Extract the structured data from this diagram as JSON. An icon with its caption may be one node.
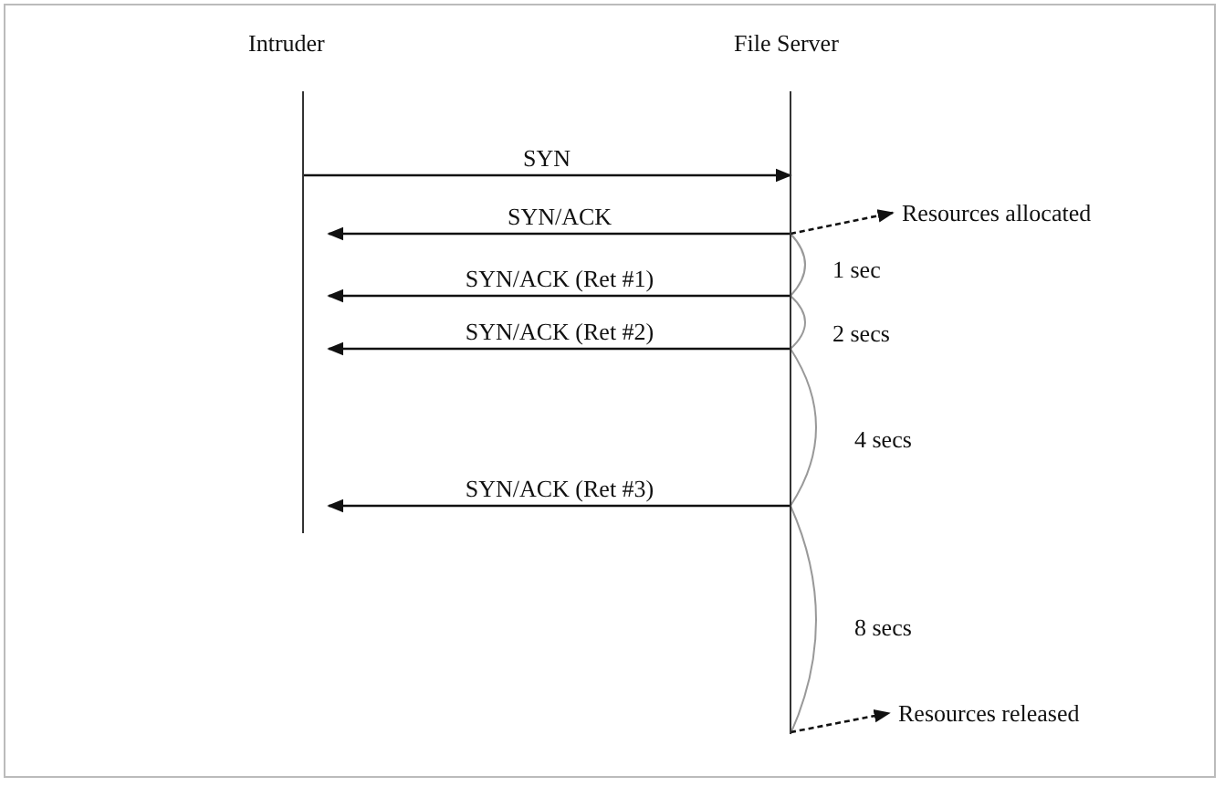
{
  "diagram": {
    "nodes": [
      {
        "text": [
          "Intruder"
        ]
      },
      {
        "text": [
          "File Server"
        ]
      },
      {
        "text": [
          "Resources allocated"
        ]
      },
      {
        "text": [
          "Resources released"
        ]
      }
    ],
    "edges": [
      {
        "from": 0,
        "to": 1,
        "arrow": "to",
        "label": "SYN"
      },
      {
        "from": 1,
        "to": 0,
        "arrow": "to",
        "label": "SYN/ACK"
      },
      {
        "from": 1,
        "to": 0,
        "arrow": "to",
        "label": "SYN/ACK (Ret #1)"
      },
      {
        "from": 1,
        "to": 0,
        "arrow": "to",
        "label": "SYN/ACK (Ret #2)"
      },
      {
        "from": 1,
        "to": 0,
        "arrow": "to",
        "label": "SYN/ACK (Ret #3)"
      },
      {
        "from": 1,
        "to": 2,
        "arrow": "to",
        "style": "dashed"
      },
      {
        "from": 1,
        "to": 3,
        "arrow": "to",
        "style": "dashed"
      }
    ],
    "labels": [
      "1 sec",
      "2 secs",
      "4 secs",
      "8 secs"
    ]
  }
}
